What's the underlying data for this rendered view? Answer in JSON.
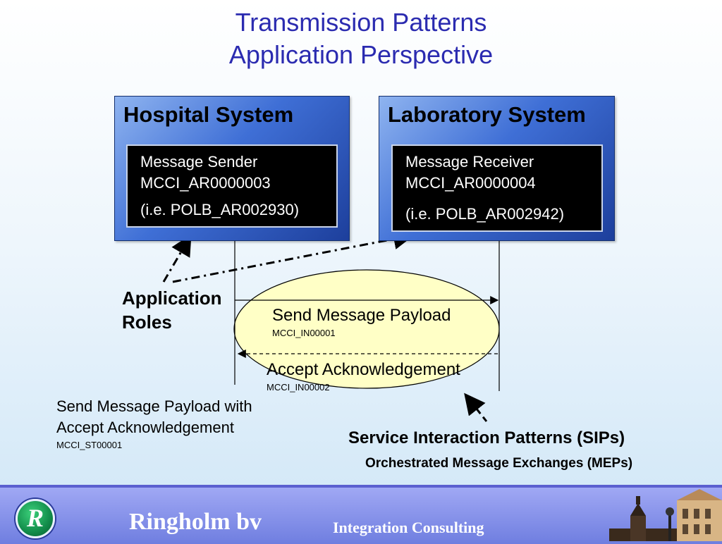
{
  "title": {
    "line1": "Transmission Patterns",
    "line2": "Application Perspective"
  },
  "hospital": {
    "title": "Hospital System",
    "role": "Message Sender",
    "code": "MCCI_AR0000003",
    "example": "(i.e. POLB_AR002930)"
  },
  "laboratory": {
    "title": "Laboratory System",
    "role": "Message Receiver",
    "code": "MCCI_AR0000004",
    "example": "(i.e. POLB_AR002942)"
  },
  "application_roles": {
    "line1": "Application",
    "line2": "Roles"
  },
  "interaction": {
    "send_label": "Send Message Payload",
    "send_code": "MCCI_IN00001",
    "accept_label": "Accept Acknowledgement",
    "accept_code": "MCCI_IN00002"
  },
  "storyboard": {
    "line1": "Send Message Payload with",
    "line2": "Accept Acknowledgement",
    "code": "MCCI_ST00001"
  },
  "sips": {
    "title": "Service Interaction Patterns (SIPs)",
    "subtitle": "Orchestrated Message Exchanges (MEPs)"
  },
  "footer": {
    "logo_letter": "R",
    "brand": "Ringholm bv",
    "tagline": "Integration Consulting"
  },
  "colors": {
    "title": "#2b2bb0",
    "system_box": "#3f6fd6",
    "ellipse_fill": "#ffffc6",
    "footer": "#7f8ce6"
  }
}
